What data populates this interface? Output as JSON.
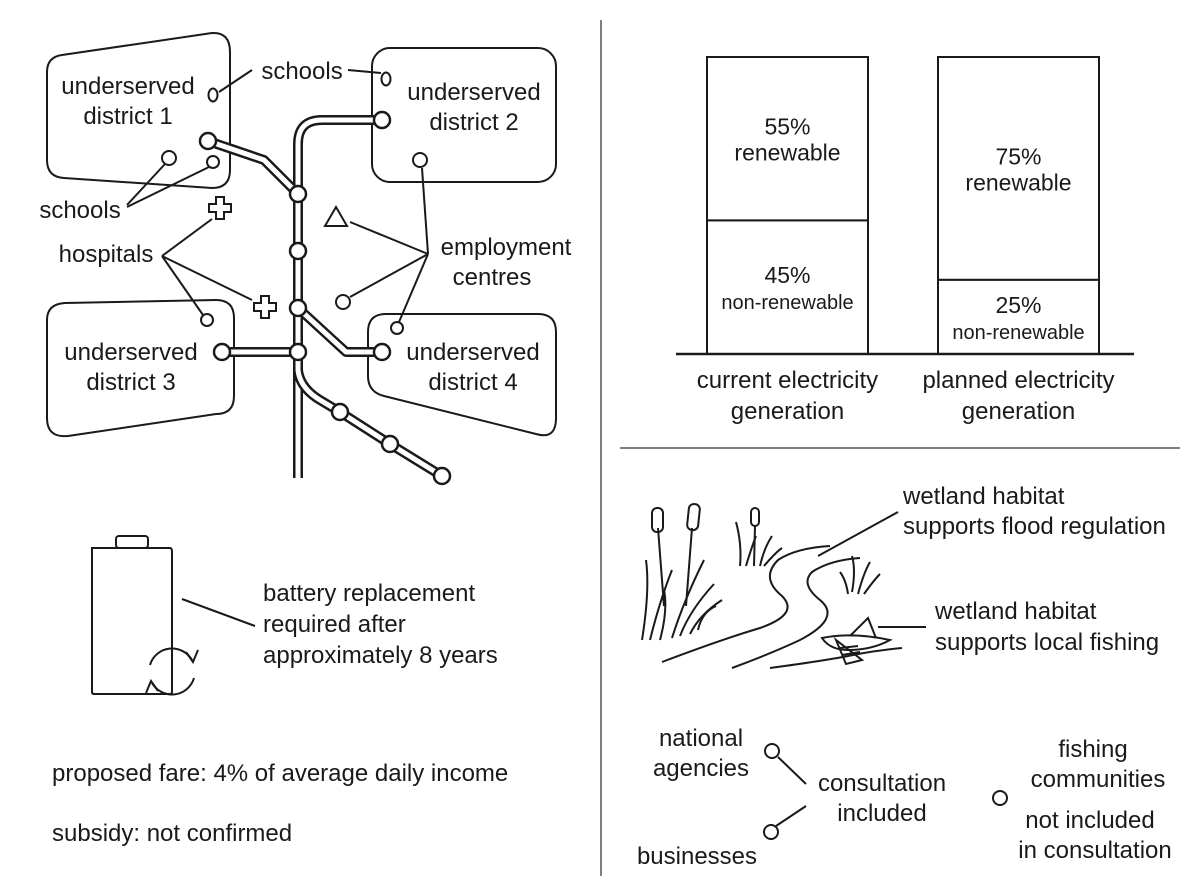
{
  "transit_map": {
    "districts": [
      "underserved",
      "district 1",
      "underserved",
      "district 2",
      "underserved",
      "district 3",
      "underserved",
      "district 4"
    ],
    "schools_label_top": "schools",
    "schools_label_left": "schools",
    "hospitals_label": "hospitals",
    "employment_label": [
      "employment",
      "centres"
    ]
  },
  "battery": {
    "caption": [
      "battery replacement",
      "required after",
      "approximately 8 years"
    ]
  },
  "fare": {
    "proposed": "proposed fare: 4% of average daily income",
    "subsidy": "subsidy: not confirmed"
  },
  "chart_data": {
    "type": "bar",
    "stacked": true,
    "categories": [
      "current electricity generation",
      "planned electricity generation"
    ],
    "category_labels": [
      [
        "current electricity",
        "generation"
      ],
      [
        "planned electricity",
        "generation"
      ]
    ],
    "series": [
      {
        "name": "non-renewable",
        "values": [
          45,
          25
        ]
      },
      {
        "name": "renewable",
        "values": [
          55,
          75
        ]
      }
    ],
    "segment_labels": [
      {
        "pct": "45%",
        "text": "non-renewable"
      },
      {
        "pct": "25%",
        "text": "non-renewable"
      },
      {
        "pct": "55%",
        "text": "renewable"
      },
      {
        "pct": "75%",
        "text": "renewable"
      }
    ],
    "ylim": [
      0,
      100
    ]
  },
  "wetland": {
    "flood_label": [
      "wetland habitat",
      "supports flood regulation"
    ],
    "fishing_label": [
      "wetland habitat",
      "supports local fishing"
    ]
  },
  "consultation": {
    "national_agencies": [
      "national",
      "agencies"
    ],
    "businesses": "businesses",
    "included": [
      "consultation",
      "included"
    ],
    "fishing_communities": [
      "fishing",
      "communities"
    ],
    "not_included": [
      "not included",
      "in consultation"
    ]
  }
}
